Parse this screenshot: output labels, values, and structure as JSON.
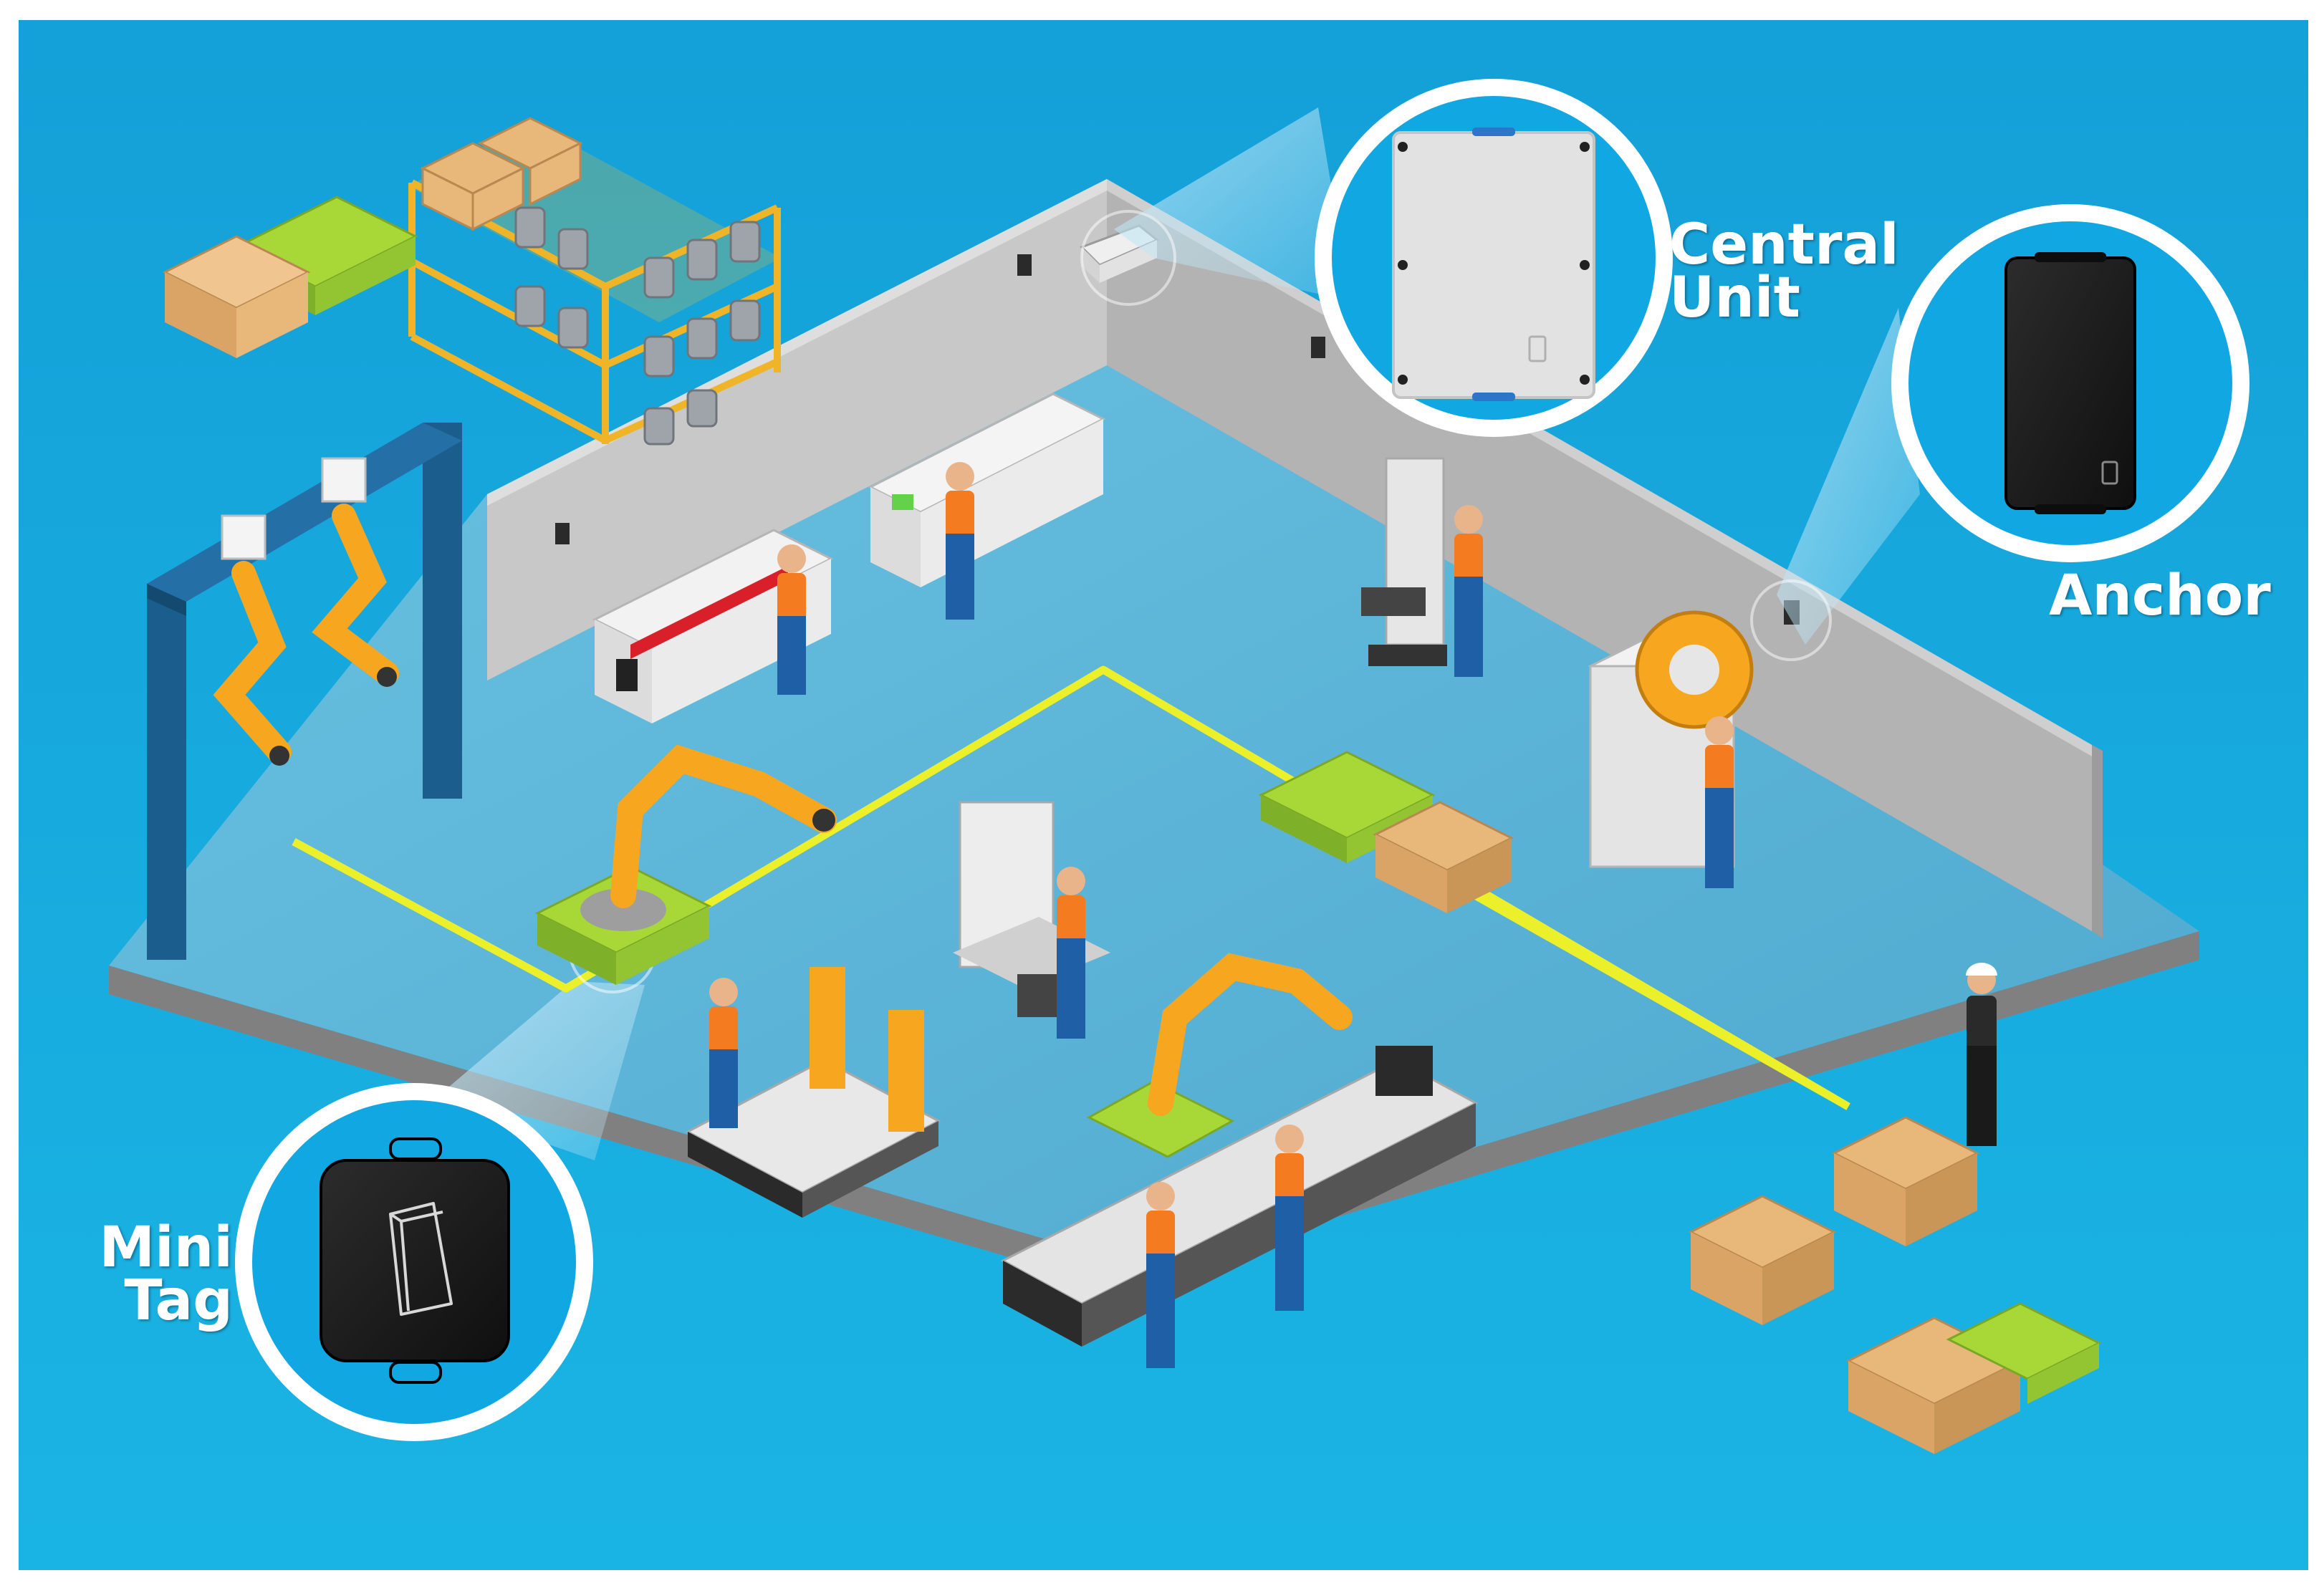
{
  "labels": {
    "central_unit": "Central\nUnit",
    "anchor": "Anchor",
    "mini_tag": "Mini\nTag"
  },
  "colors": {
    "background": "#19a8dc",
    "floor": "#5fb8d8",
    "wall": "#c9c9c9",
    "wall_dark": "#a7a7a7",
    "floor_edge": "#7c7c7c",
    "yellow_line": "#ecf02a",
    "robot_orange": "#f7a620",
    "agv_green": "#a8d838",
    "worker_blue": "#1f5fa6",
    "worker_orange": "#f47b20",
    "gantry_blue": "#1b5d8c",
    "box_tan": "#e8b77a",
    "callout_ring": "#ffffff",
    "callout_fill": "#11a7e2",
    "device_grey": "#e3e3e3",
    "device_black": "#1e1e1e"
  },
  "icons": {
    "central_unit": "central-unit-device-icon",
    "anchor": "anchor-device-icon",
    "mini_tag": "mini-tag-device-icon"
  }
}
